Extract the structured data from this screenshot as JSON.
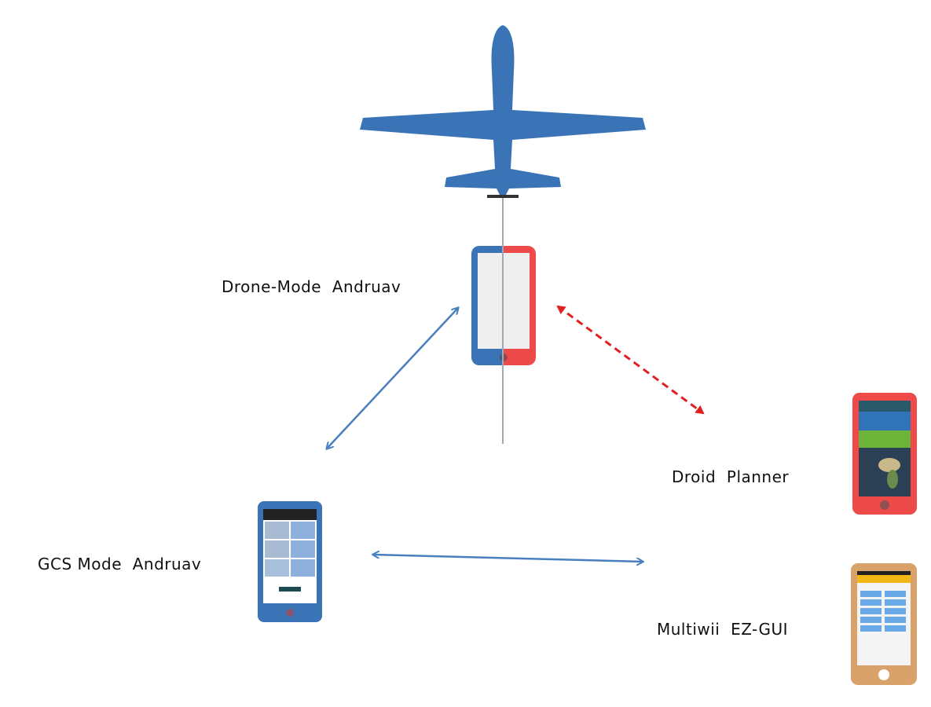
{
  "labels": {
    "drone_mode": "Drone-Mode  Andruav",
    "gcs_mode": "GCS Mode  Andruav",
    "droid_planner": "Droid  Planner",
    "ez_gui": "Multiwii  EZ-GUI"
  },
  "colors": {
    "blue": "#3b74b6",
    "red": "#ef4a4a",
    "tan": "#d9a26a",
    "link_blue": "#4a7fbf",
    "link_red": "#e02020"
  }
}
